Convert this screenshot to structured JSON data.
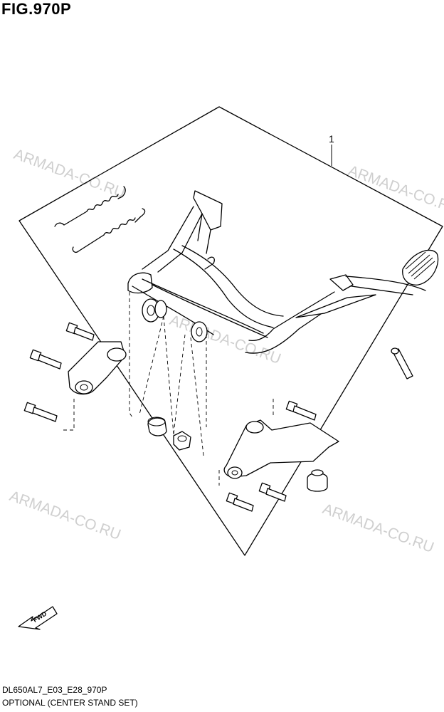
{
  "figure": {
    "title": "FIG.970P"
  },
  "diagram": {
    "part_number_label": "1",
    "watermark_text": "ARMADA-CO.RU",
    "fwd_arrow_label": "FWD"
  },
  "footer": {
    "code": "DL650AL7_E03_E28_970P",
    "description": "OPTIONAL (CENTER STAND SET)"
  }
}
